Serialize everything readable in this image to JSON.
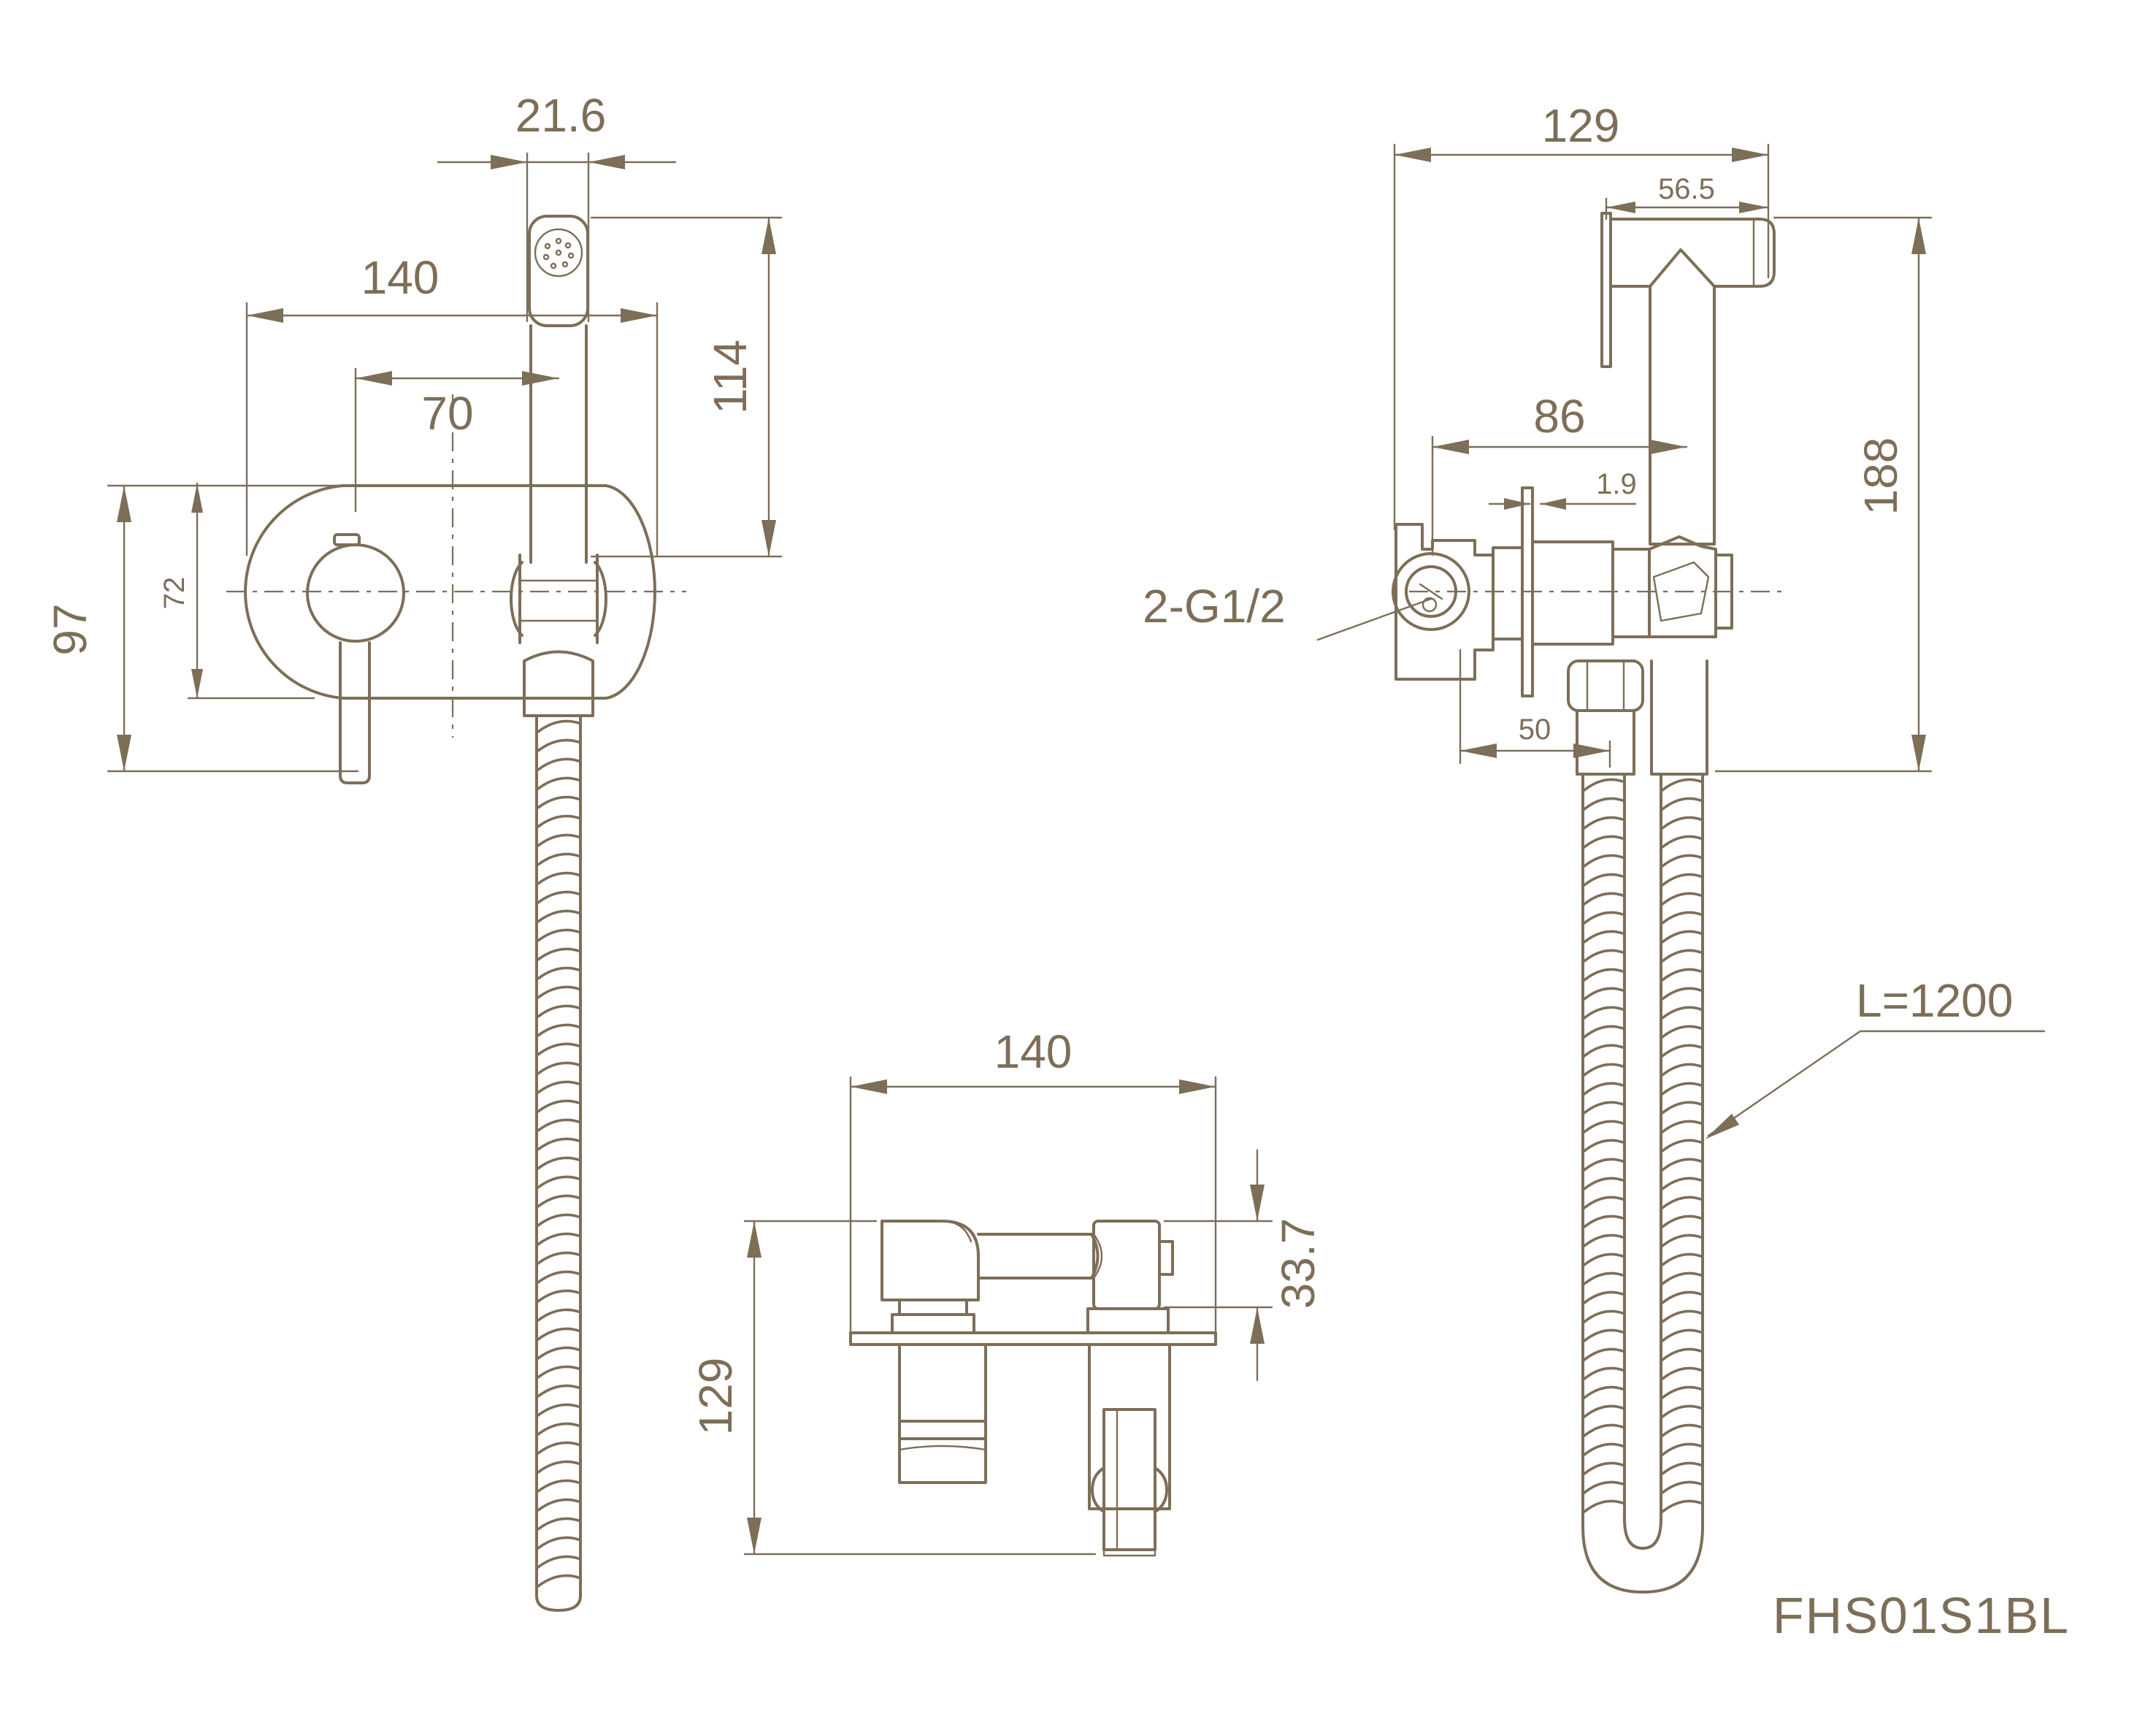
{
  "colors": {
    "line": "#7d6e58",
    "background": "#ffffff"
  },
  "front_view": {
    "dim_nozzle_width": "21.6",
    "dim_total_width": "140",
    "dim_half_width": "70",
    "dim_holder_height": "114",
    "dim_plate_height": "97",
    "dim_inner_height": "72"
  },
  "side_view": {
    "dim_total_depth": "129",
    "dim_head_width": "56.5",
    "dim_mid_depth": "86",
    "dim_plate_gap": "1.9",
    "dim_total_height": "188",
    "thread_label": "2-G1/2",
    "dim_body_offset": "50",
    "hose_length": "L=1200"
  },
  "top_view": {
    "dim_width": "140",
    "dim_top_height": "33.7",
    "dim_depth": "129"
  },
  "model_code": "FHS01S1BL"
}
